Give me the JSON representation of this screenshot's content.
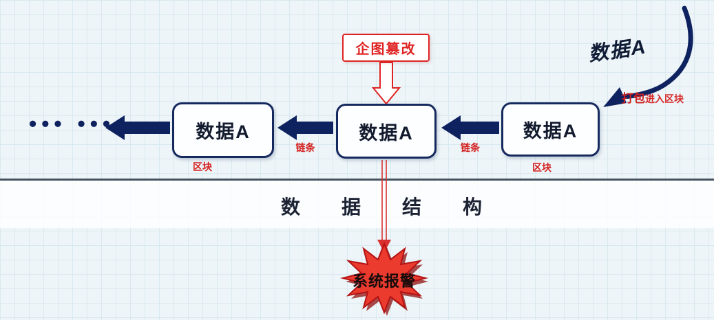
{
  "title": "数据结构",
  "dots": "••• •••",
  "tamper_label": "企图篡改",
  "incoming": {
    "data_label": "数据A",
    "pack_bold": "打包",
    "pack_rest": "进入区块"
  },
  "blocks": {
    "left": {
      "label": "数据A",
      "tag": "区块"
    },
    "middle": {
      "label": "数据A"
    },
    "right": {
      "label": "数据A",
      "tag": "区块"
    }
  },
  "chain": {
    "left": "链条",
    "right": "链条"
  },
  "alarm_label": "系统报警",
  "colors": {
    "navy": "#0e2260",
    "red": "#e02424",
    "divider": "#46515f"
  }
}
